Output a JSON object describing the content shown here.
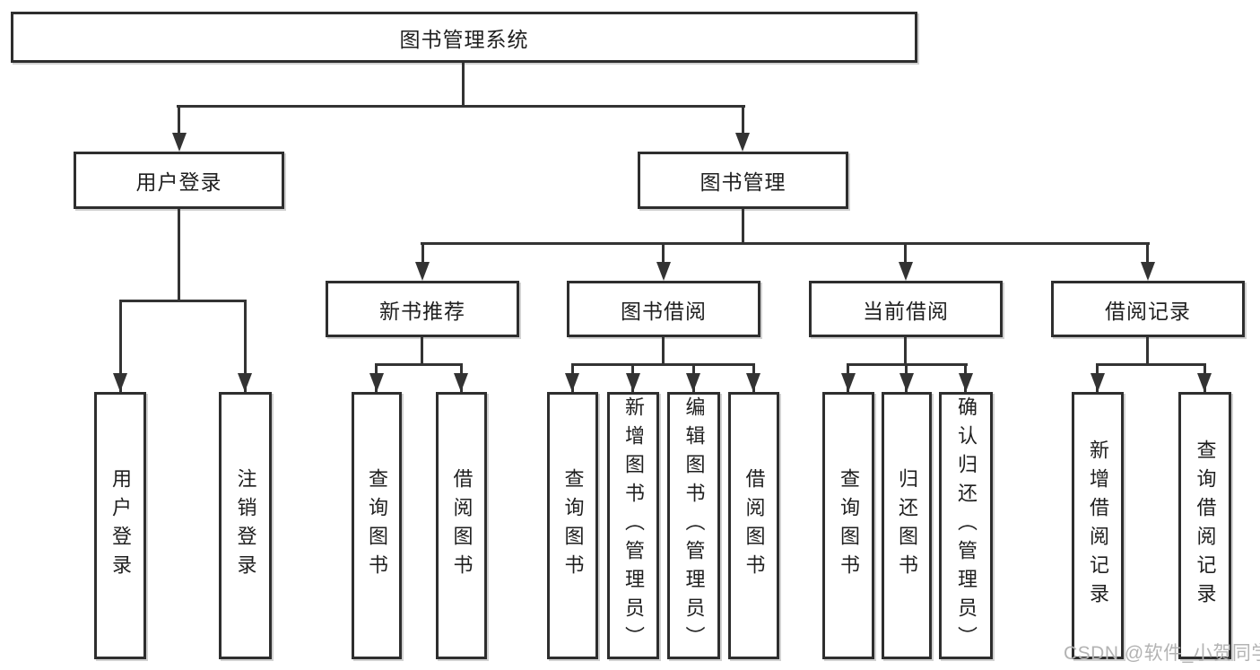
{
  "colors": {
    "page_bg": "#ffffff",
    "line": "#333333",
    "box_border": "#2e2e2e",
    "box_fill": "#ffffff",
    "text": "#1f1f1f",
    "watermark": "#b3b3b3"
  },
  "tree": {
    "root": {
      "label": "图书管理系统",
      "children": [
        {
          "label": "用户登录",
          "children": [
            {
              "label": "用户登录"
            },
            {
              "label": "注销登录"
            }
          ]
        },
        {
          "label": "图书管理",
          "children": [
            {
              "label": "新书推荐",
              "children": [
                {
                  "label": "查询图书"
                },
                {
                  "label": "借阅图书"
                }
              ]
            },
            {
              "label": "图书借阅",
              "children": [
                {
                  "label": "查询图书"
                },
                {
                  "label": "新增图书（管理员）"
                },
                {
                  "label": "编辑图书（管理员）"
                },
                {
                  "label": "借阅图书"
                }
              ]
            },
            {
              "label": "当前借阅",
              "children": [
                {
                  "label": "查询图书"
                },
                {
                  "label": "归还图书"
                },
                {
                  "label": "确认归还（管理员）"
                }
              ]
            },
            {
              "label": "借阅记录",
              "children": [
                {
                  "label": "新增借阅记录"
                },
                {
                  "label": "查询借阅记录"
                }
              ]
            }
          ]
        }
      ]
    }
  },
  "watermark": {
    "text": "CSDN @软件_小贺同学"
  }
}
